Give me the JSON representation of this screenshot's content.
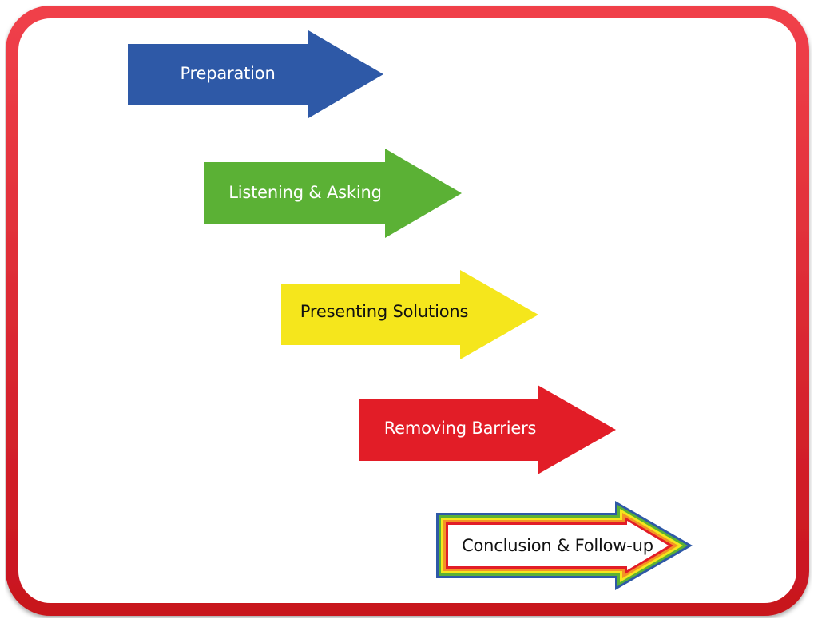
{
  "steps": [
    {
      "label": "Preparation",
      "fill": "#2E59A7",
      "text_color": "light"
    },
    {
      "label": "Listening & Asking",
      "fill": "#5BB135",
      "text_color": "light"
    },
    {
      "label": "Presenting Solutions",
      "fill": "#F5E61C",
      "text_color": "dark"
    },
    {
      "label": "Removing Barriers",
      "fill": "#E21D27",
      "text_color": "light"
    },
    {
      "label": "Conclusion & Follow-up",
      "fill": "#FFFFFF",
      "text_color": "dark",
      "outline_colors": [
        "#2E59A7",
        "#5BB135",
        "#F5E61C",
        "#F39325",
        "#E21D27"
      ]
    }
  ],
  "colors": {
    "frame_border": "#E21D27",
    "frame_fill": "#FFFFFF"
  }
}
